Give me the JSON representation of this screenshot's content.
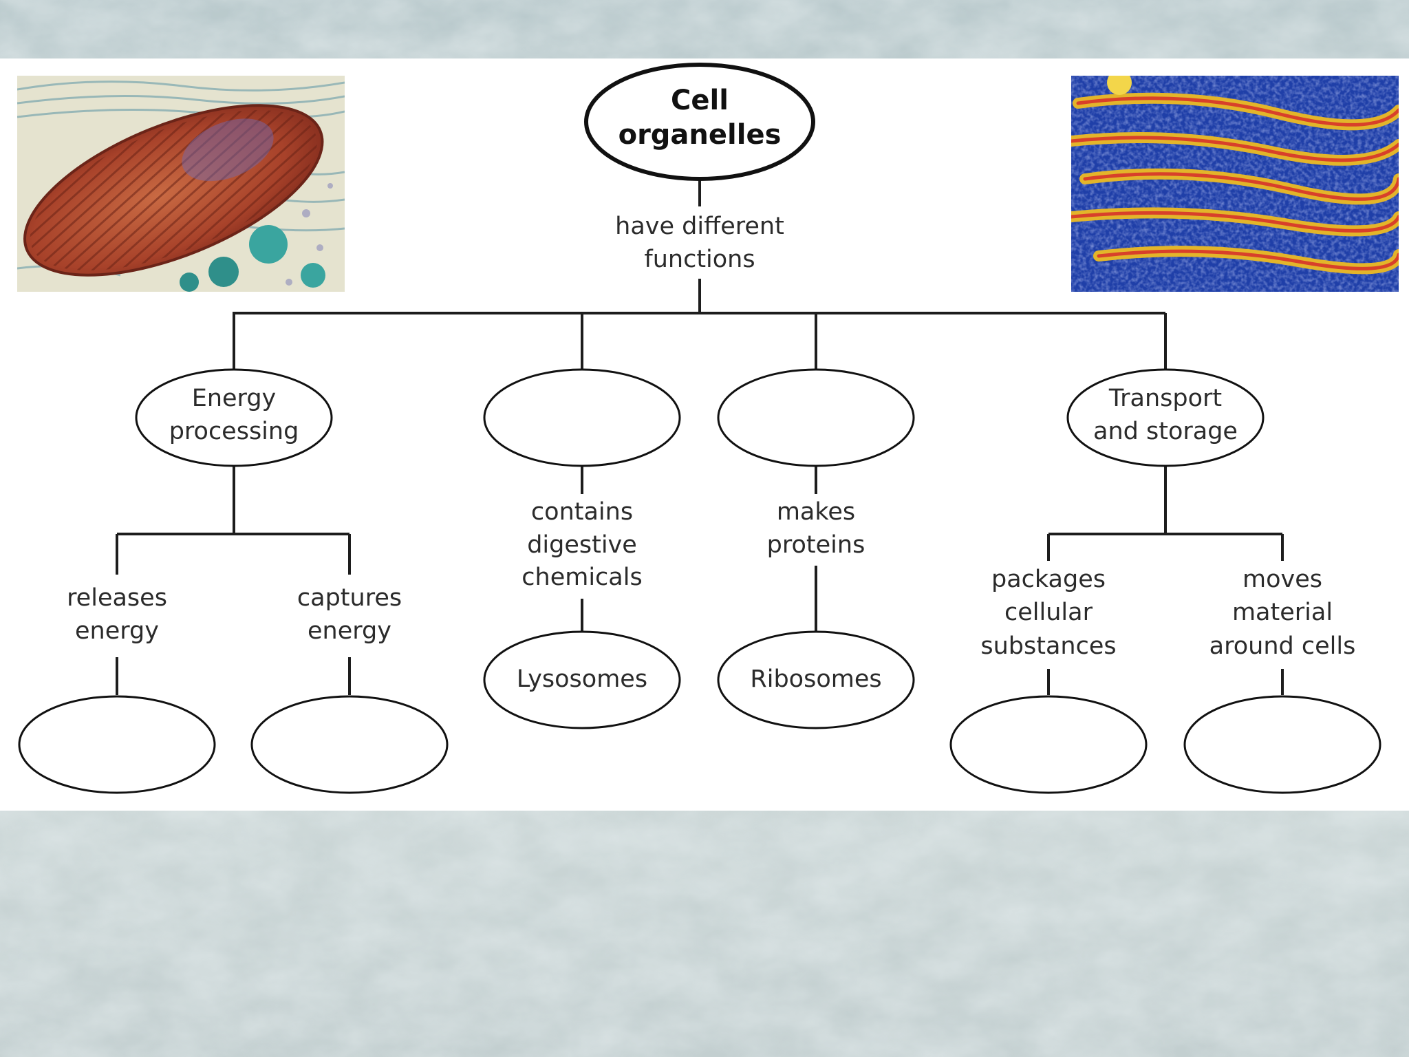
{
  "concept_map": {
    "root": [
      "Cell",
      "organelles"
    ],
    "root_link": [
      "have different",
      "functions"
    ],
    "categories": {
      "energy": [
        "Energy",
        "processing"
      ],
      "digest": [],
      "protein": [],
      "transport": [
        "Transport",
        "and storage"
      ]
    },
    "links": {
      "digest": [
        "contains",
        "digestive",
        "chemicals"
      ],
      "protein": [
        "makes",
        "proteins"
      ],
      "releases": [
        "releases",
        "energy"
      ],
      "captures": [
        "captures",
        "energy"
      ],
      "packages": [
        "packages",
        "cellular",
        "substances"
      ],
      "moves": [
        "moves",
        "material",
        "around cells"
      ]
    },
    "leaves": {
      "lysosomes": "Lysosomes",
      "ribosomes": "Ribosomes",
      "releases": "",
      "captures": "",
      "packages": "",
      "moves": ""
    }
  },
  "colors": {
    "line": "#1d1d1d",
    "node_fill": "#ffffff",
    "background": "#c9d5d6",
    "mito_red": "#b44a2c",
    "er_blue": "#1f3fa8",
    "er_yellow": "#e3b52a"
  }
}
